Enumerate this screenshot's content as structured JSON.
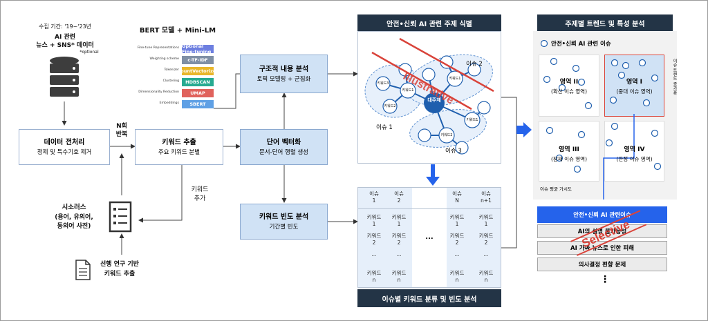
{
  "collection": {
    "period": "수집 기간: '19~'23년",
    "line1": "AI 관련",
    "line2": "뉴스 + SNS* 데이터",
    "optional": "*optional"
  },
  "bert": {
    "title": "BERT 모델 + Mini-LM",
    "layers": [
      {
        "label": "Fine-tune Representations",
        "name": "Optional Fine-tuning",
        "color": "#6d7fe0"
      },
      {
        "label": "Weighting scheme",
        "name": "c-TF-IDF",
        "color": "#7f8fa5"
      },
      {
        "label": "Tokenizer",
        "name": "CountVectorizer",
        "color": "#e9b62a"
      },
      {
        "label": "Clustering",
        "name": "HDBSCAN",
        "color": "#27aa91"
      },
      {
        "label": "Dimensionality Reduction",
        "name": "UMAP",
        "color": "#e0625c"
      },
      {
        "label": "Embeddings",
        "name": "SBERT",
        "color": "#5fa0e5"
      }
    ]
  },
  "preprocess": {
    "title": "데이터 전처리",
    "sub": "정제 및 특수기호 제거"
  },
  "repeat": {
    "line1": "N회",
    "line2": "반복"
  },
  "extract": {
    "title": "키워드 추출",
    "sub": "주요 키워드 분별"
  },
  "keyword_add": {
    "line1": "키워드",
    "line2": "추가"
  },
  "thesaurus": {
    "line1": "시소러스",
    "line2": "(용어, 유의어,",
    "line3": "동의어 사전)"
  },
  "prior": {
    "line1": "선행 연구 기반",
    "line2": "키워드 추출"
  },
  "structure": {
    "title": "구조적 내용 분석",
    "sub": "토픽 모델링 + 군집화"
  },
  "vector": {
    "title": "단어 벡터화",
    "sub": "문서-단어 행렬 생성"
  },
  "freq": {
    "title": "키워드 빈도 분석",
    "sub": "기간별 빈도"
  },
  "topic_panel": {
    "header": "안전•신뢰 AI 관련 주제 식별",
    "issue1": "이슈 1",
    "issue2": "이슈 2",
    "issue3": "이슈 3",
    "center": "대주제",
    "node": "키워드1",
    "node2": "키워드2",
    "node3": "키워드3",
    "watermark": "Illustrative"
  },
  "matrix_panel": {
    "header": "이슈별 키워드 분류 및 빈도 분석",
    "cols": [
      {
        "h1": "이슈",
        "h2": "1",
        "cells": [
          [
            "키워드",
            "1"
          ],
          [
            "키워드",
            "2"
          ],
          [
            "...",
            ""
          ],
          [
            "키워드",
            "n"
          ]
        ]
      },
      {
        "h1": "이슈",
        "h2": "2",
        "cells": [
          [
            "키워드",
            "1"
          ],
          [
            "키워드",
            "2"
          ],
          [
            "...",
            ""
          ],
          [
            "키워드",
            "n"
          ]
        ]
      },
      {
        "h1": "이슈",
        "h2": "N",
        "cells": [
          [
            "키워드",
            "1"
          ],
          [
            "키워드",
            "2"
          ],
          [
            "...",
            ""
          ],
          [
            "키워드",
            "n"
          ]
        ]
      },
      {
        "h1": "이슈",
        "h2": "n+1",
        "cells": [
          [
            "키워드",
            "1"
          ],
          [
            "키워드",
            "2"
          ],
          [
            "...",
            ""
          ],
          [
            "키워드",
            "n"
          ]
        ]
      }
    ],
    "ellipsis": "..."
  },
  "trend_panel": {
    "header": "주제별 트렌드 및 특성 분석",
    "legend": "안전•신뢰 AI 관련 이슈",
    "y_label": "이슈 트렌드 증가율",
    "x_label": "이슈 평균 가시도",
    "q2": {
      "title": "영역 II",
      "sub": "(확산 이슈 영역)"
    },
    "q1": {
      "title": "영역 I",
      "sub": "(중대 이슈 영역)"
    },
    "q3": {
      "title": "영역 III",
      "sub": "(잠재 이슈 영역)"
    },
    "q4": {
      "title": "영역 IV",
      "sub": "(안정 이슈 영역)"
    },
    "selected_header": "안전•신뢰 AI 관련이슈",
    "items": [
      "AI의 설명 불가능성",
      "AI 가짜 뉴스로 인한 피해",
      "의사결정 편향 문제"
    ],
    "dots": "⋮",
    "watermark": "Selective"
  },
  "colors": {
    "dark": "#233446",
    "blue_box": "#d0e2f5",
    "arrow_blue": "#2563eb",
    "red": "#d9433a",
    "node_blue": "#1f5fae"
  }
}
